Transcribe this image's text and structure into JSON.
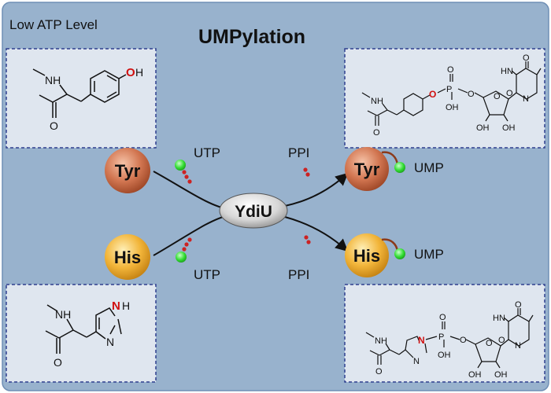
{
  "header": {
    "corner_label": "Low ATP Level",
    "title": "UMPylation"
  },
  "enzyme": {
    "label": "YdiU"
  },
  "residues": {
    "tyr": "Tyr",
    "his": "His"
  },
  "reactants": {
    "utp_top": "UTP",
    "utp_bottom": "UTP",
    "ppi_top": "PPI",
    "ppi_bottom": "PPI",
    "ump_top": "UMP",
    "ump_bottom": "UMP"
  },
  "structure_labels": {
    "tyr": {
      "nh": "NH",
      "o": "O",
      "h": "H"
    },
    "his": {
      "nh": "NH",
      "o": "O",
      "n_ring": "N",
      "h_ring": "H",
      "n_bottom": "N"
    },
    "tyr_ump": {
      "nh": "NH",
      "o_carbonyl": "O",
      "o_red": "O",
      "p": "P",
      "oh": "OH",
      "o_up": "O",
      "o_link": "O",
      "o_sugar": "O",
      "hn": "HN",
      "o_top": "O",
      "o_base": "O",
      "n_base": "N",
      "oh1": "OH",
      "oh2": "OH"
    },
    "his_ump": {
      "nh": "NH",
      "o_carbonyl": "O",
      "n_red": "N",
      "n_bottom": "N",
      "p": "P",
      "oh": "OH",
      "o_up": "O",
      "o_link": "O",
      "o_sugar": "O",
      "hn": "HN",
      "o_top": "O",
      "o_base": "O",
      "n_base": "N",
      "oh1": "OH",
      "oh2": "OH"
    }
  },
  "colors": {
    "background": "#98b2cd",
    "panel": "#dfe6ef",
    "panel_border": "#2f3f8f",
    "residue_tyr": "#c7643e",
    "residue_his": "#eca52a",
    "enzyme": "#d9d9d9",
    "utp_green": "#33dd33",
    "ppi_red": "#cc2222",
    "highlight_red": "#d01010"
  }
}
